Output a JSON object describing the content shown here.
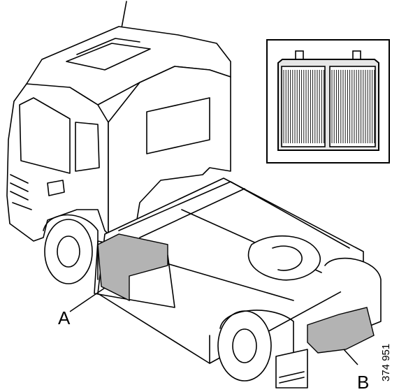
{
  "callouts": {
    "a": "A",
    "b": "B"
  },
  "reference_number": "374 951",
  "colors": {
    "line": "#000000",
    "highlight": "#b3b3b3",
    "battery_fill": "#e6e6e6",
    "background": "#ffffff"
  },
  "icons": {
    "truck": "truck-illustration",
    "battery": "battery-icon"
  }
}
